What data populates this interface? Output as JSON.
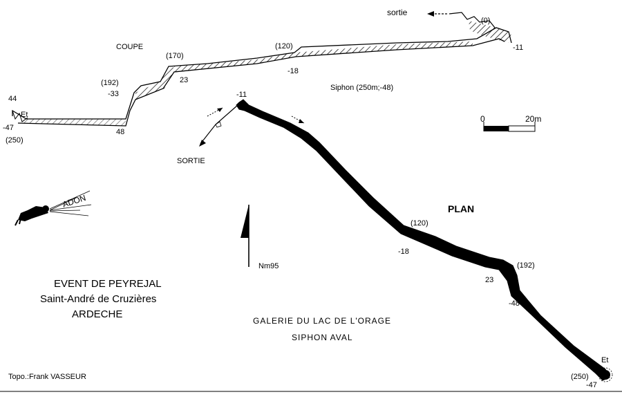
{
  "profile": {
    "heading": "COUPE",
    "exit_label": "sortie",
    "siphon_label": "Siphon (250m;-48)",
    "stations": [
      {
        "id": "p0",
        "text": "(0)"
      },
      {
        "id": "pm11",
        "text": "-11"
      },
      {
        "id": "p120",
        "text": "(120)"
      },
      {
        "id": "pm18",
        "text": "-18"
      },
      {
        "id": "p170",
        "text": "(170)"
      },
      {
        "id": "p23",
        "text": "23"
      },
      {
        "id": "p192",
        "text": "(192)"
      },
      {
        "id": "pm33",
        "text": "-33"
      },
      {
        "id": "p44",
        "text": "44"
      },
      {
        "id": "pEt",
        "text": "Et"
      },
      {
        "id": "pm47",
        "text": "-47"
      },
      {
        "id": "p250",
        "text": "(250)"
      },
      {
        "id": "p48",
        "text": "48"
      }
    ]
  },
  "plan": {
    "heading": "PLAN",
    "exit_label": "SORTIE",
    "north_label": "Nm95",
    "scale": {
      "zero": "0",
      "end": "20m"
    },
    "stations": [
      {
        "id": "lm11",
        "text": "-11"
      },
      {
        "id": "l120",
        "text": "(120)"
      },
      {
        "id": "lm18",
        "text": "-18"
      },
      {
        "id": "l192",
        "text": "(192)"
      },
      {
        "id": "l23",
        "text": "23"
      },
      {
        "id": "lm48",
        "text": "-48"
      },
      {
        "id": "lEt",
        "text": "Et"
      },
      {
        "id": "l250",
        "text": "(250)"
      },
      {
        "id": "lm47",
        "text": "-47"
      }
    ]
  },
  "title_block": {
    "line1": "EVENT DE PEYREJAL",
    "line2": "Saint-André de Cruzières",
    "line3": "ARDECHE"
  },
  "caption": {
    "line1": "GALERIE DU LAC DE L'ORAGE",
    "line2": "SIPHON AVAL"
  },
  "logo_text": "ADON",
  "credit": "Topo.:Frank VASSEUR"
}
